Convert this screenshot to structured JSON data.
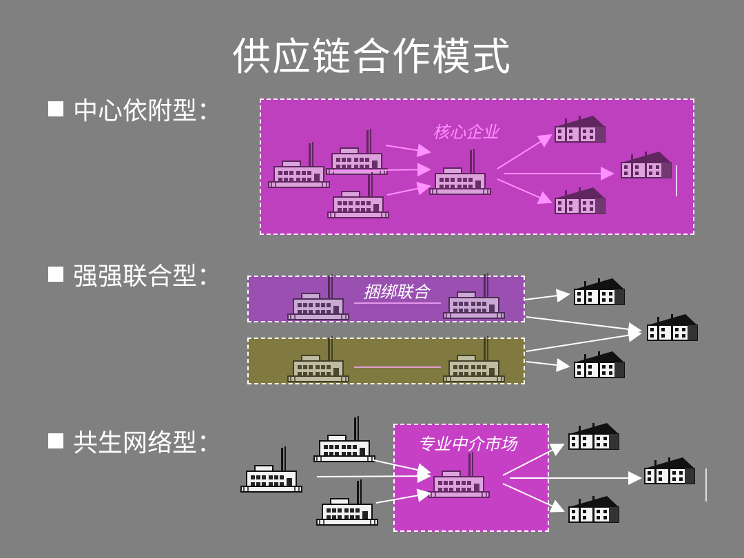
{
  "title": "供应链合作模式",
  "sections": [
    {
      "label": "中心依附型：",
      "box_label": "核心企业"
    },
    {
      "label": "强强联合型：",
      "box_label": "捆绑联合"
    },
    {
      "label": "共生网络型：",
      "box_label": "专业中介市场"
    }
  ],
  "colors": {
    "background": "#808080",
    "box1": "#bf40bf",
    "box2": "#9a50b0",
    "box3": "#807a40",
    "box4": "#c640c6"
  }
}
